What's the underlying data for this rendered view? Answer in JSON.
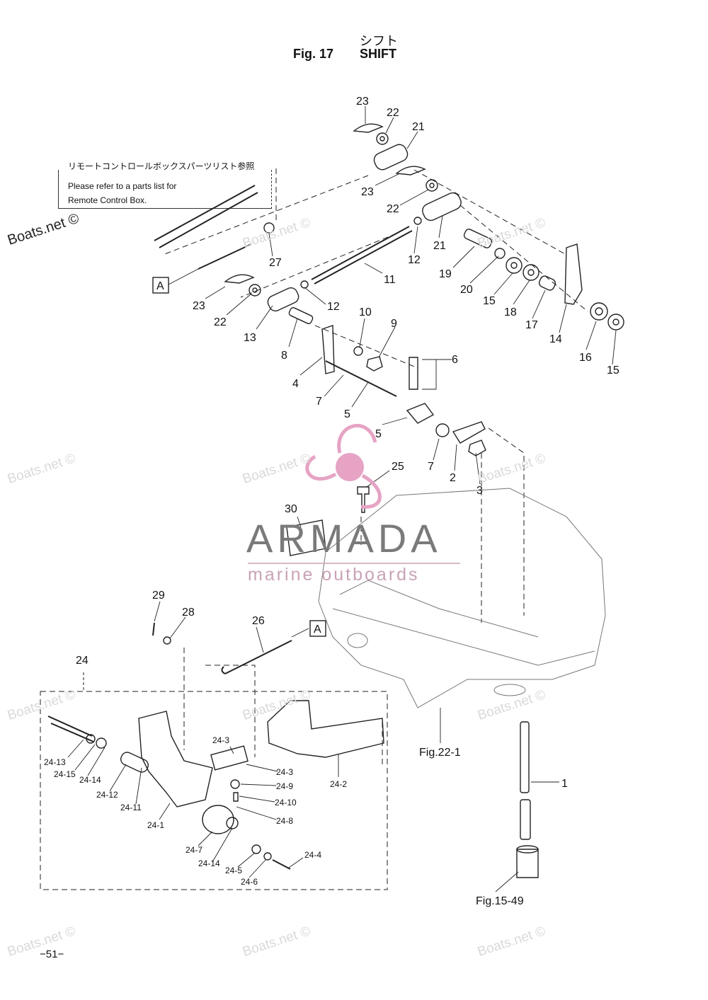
{
  "header": {
    "fig_label": "Fig. 17",
    "title_jp": "シフト",
    "title_en": "SHIFT"
  },
  "note": {
    "jp": "リモートコントロールボックスパーツリスト参照",
    "line1": "Please refer to a parts list for",
    "line2": "Remote Control Box."
  },
  "callouts": {
    "c1": "1",
    "c2": "2",
    "c3": "3",
    "c4": "4",
    "c5a": "5",
    "c5b": "5",
    "c6": "6",
    "c7a": "7",
    "c7b": "7",
    "c8": "8",
    "c9": "9",
    "c10": "10",
    "c11": "11",
    "c12a": "12",
    "c12b": "12",
    "c13": "13",
    "c14": "14",
    "c15a": "15",
    "c15b": "15",
    "c16": "16",
    "c17": "17",
    "c18": "18",
    "c19": "19",
    "c20": "20",
    "c21a": "21",
    "c21b": "21",
    "c22a": "22",
    "c22b": "22",
    "c22c": "22",
    "c23a": "23",
    "c23b": "23",
    "c23c": "23",
    "c24": "24",
    "c25": "25",
    "c26": "26",
    "c27": "27",
    "c28": "28",
    "c29": "29",
    "c30": "30",
    "s24_1": "24-1",
    "s24_2": "24-2",
    "s24_3a": "24-3",
    "s24_3b": "24-3",
    "s24_4": "24-4",
    "s24_5": "24-5",
    "s24_6": "24-6",
    "s24_7": "24-7",
    "s24_8": "24-8",
    "s24_9": "24-9",
    "s24_10": "24-10",
    "s24_11": "24-11",
    "s24_12": "24-12",
    "s24_13": "24-13",
    "s24_14a": "24-14",
    "s24_14b": "24-14",
    "s24_15": "24-15",
    "refA1": "A",
    "refA2": "A",
    "fig22": "Fig.22-1",
    "fig15": "Fig.15-49"
  },
  "watermark": {
    "text": "Boats.net ©",
    "logo": "ARMADA",
    "logo_sub": "marine outboards"
  },
  "page_number": "−51−",
  "colors": {
    "ink": "#111111",
    "watermark": "#d9d9d9",
    "logo_pink": "#e6a3c4",
    "logo_grey": "#7a7a7a"
  }
}
